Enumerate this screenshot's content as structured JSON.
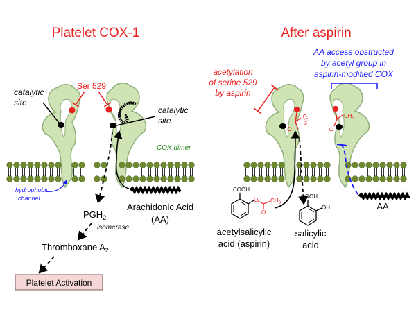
{
  "colors": {
    "title_red": "#e8201f",
    "annotation_red": "#e8201f",
    "blue": "#1a1aff",
    "green_text": "#2a8a1e",
    "enzyme_fill": "#cfe3b4",
    "enzyme_stroke": "#8fb07a",
    "lipid_head": "#6f8a2e",
    "activation_box": "#f6d7d7"
  },
  "left_panel": {
    "title": "Platelet COX-1",
    "ser529": "Ser 529",
    "catalytic_site_left": [
      "catalytic",
      "site"
    ],
    "catalytic_site_right": [
      "catalytic",
      "site"
    ],
    "cox_dimer": "COX dimer",
    "hydrophobic_channel": [
      "hydrophobic",
      "channel"
    ],
    "arachidonic_acid": [
      "Arachidonic Acid",
      "(AA)"
    ],
    "pgh2": "PGH",
    "pgh2_sub": "2",
    "isomerase": "isomerase",
    "thromboxane": "Thromboxane A",
    "thromboxane_sub": "2",
    "platelet_activation": "Platelet Activation"
  },
  "right_panel": {
    "title": "After aspirin",
    "acetylation_note": [
      "acetylation",
      "of serine 529",
      "by aspirin"
    ],
    "access_note": [
      "AA access obstructed",
      "by acetyl group in",
      "aspirin-modified COX"
    ],
    "aspirin_label": [
      "acetylsalicylic",
      "acid (aspirin)"
    ],
    "salicylic_label": [
      "salicylic",
      "acid"
    ],
    "aa_label": "AA",
    "cooh": "COOH",
    "oh": "OH",
    "o": "O",
    "ch3": "CH",
    "ch3_sub": "3"
  }
}
